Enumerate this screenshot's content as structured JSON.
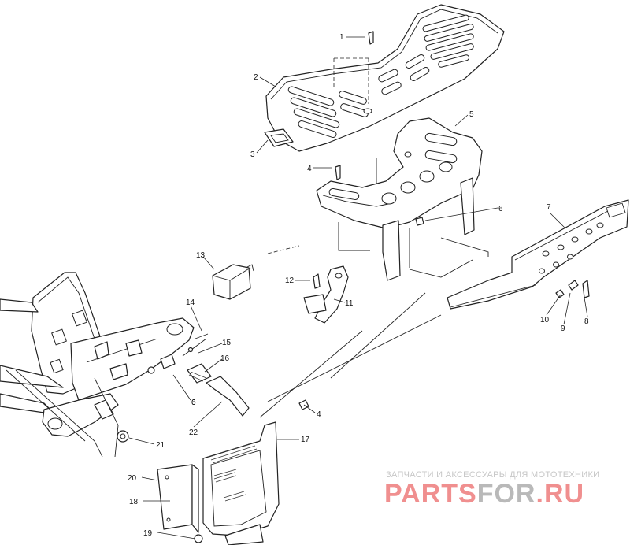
{
  "diagram": {
    "callouts": [
      "1",
      "2",
      "3",
      "4",
      "5",
      "6",
      "6",
      "7",
      "8",
      "9",
      "10",
      "11",
      "12",
      "13",
      "14",
      "15",
      "16",
      "6",
      "22",
      "4",
      "17",
      "21",
      "20",
      "18",
      "19"
    ]
  },
  "watermark": {
    "caption": "ЗАПЧАСТИ И АКСЕССУАРЫ ДЛЯ МОТОТЕХНИКИ",
    "logo_part1": "PARTS",
    "logo_part2": "FOR",
    "logo_part3": ".RU",
    "color_primary": "#f08f8f",
    "color_secondary": "#b9b9b9"
  }
}
